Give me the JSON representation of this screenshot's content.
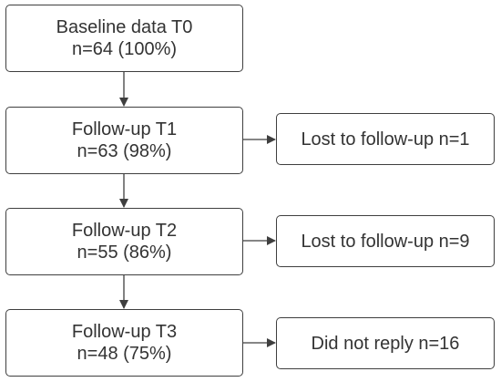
{
  "stages": [
    {
      "title": "Baseline data T0",
      "count": "n=64 (100%)"
    },
    {
      "title": "Follow-up T1",
      "count": "n=63 (98%)"
    },
    {
      "title": "Follow-up T2",
      "count": "n=55 (86%)"
    },
    {
      "title": "Follow-up T3",
      "count": "n=48 (75%)"
    }
  ],
  "side_notes": [
    {
      "text": "Lost to follow-up n=1"
    },
    {
      "text": "Lost to follow-up n=9"
    },
    {
      "text": "Did not reply n=16"
    }
  ],
  "colors": {
    "border": "#3f3f3f",
    "text": "#333333",
    "arrow": "#3f3f3f"
  }
}
